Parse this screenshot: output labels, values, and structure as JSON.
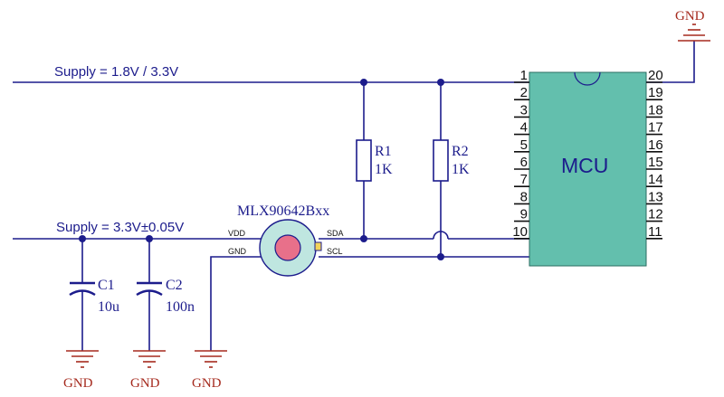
{
  "nets": {
    "supply_top": "Supply = 1.8V / 3.3V",
    "supply_bottom": "Supply = 3.3V±0.05V"
  },
  "resistors": {
    "r1": {
      "ref": "R1",
      "value": "1K"
    },
    "r2": {
      "ref": "R2",
      "value": "1K"
    }
  },
  "capacitors": {
    "c1": {
      "ref": "C1",
      "value": "10u"
    },
    "c2": {
      "ref": "C2",
      "value": "100n"
    }
  },
  "sensor": {
    "part": "MLX90642Bxx",
    "pins": {
      "vdd": "VDD",
      "gnd": "GND",
      "sda": "SDA",
      "scl": "SCL"
    },
    "body_color": "#bfe6e0",
    "lens_color": "#e8708a"
  },
  "mcu": {
    "label": "MCU",
    "body_color": "#63bfad",
    "left_pins": [
      "1",
      "2",
      "3",
      "4",
      "5",
      "6",
      "7",
      "8",
      "9",
      "10"
    ],
    "right_pins": [
      "20",
      "19",
      "18",
      "17",
      "16",
      "15",
      "14",
      "13",
      "12",
      "11"
    ]
  },
  "ground_label": "GND",
  "colors": {
    "wire": "#1c1c8c",
    "ground_symbol": "#a52a1e",
    "pin": "#111111"
  }
}
